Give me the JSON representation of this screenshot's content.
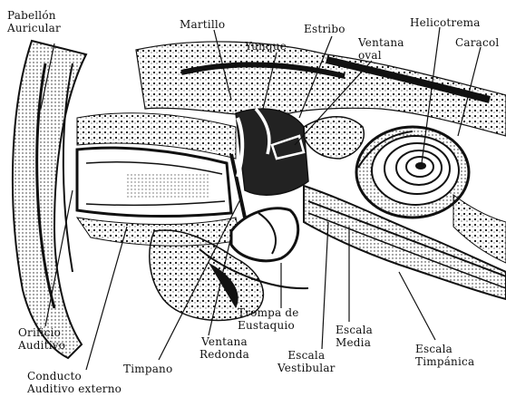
{
  "labels": {
    "pabellon": [
      "Pabellón",
      "Auricular"
    ],
    "martillo": "Martillo",
    "estribo": "Estribo",
    "yunque": "Yunque",
    "ventana_oval": [
      "Ventana",
      "oval"
    ],
    "helicotrema": "Helicotrema",
    "caracol": "Caracol",
    "orificio": [
      "Orificio",
      "Auditivo"
    ],
    "conducto": [
      "Conducto",
      "Auditivo externo"
    ],
    "timpano": "Timpano",
    "ventana_redonda": [
      "Ventana",
      "Redonda"
    ],
    "trompa": [
      "Trompa de",
      "Eustaquio"
    ],
    "escala_vestibular": [
      "Escala",
      "Vestibular"
    ],
    "escala_media": [
      "Escala",
      "Media"
    ],
    "escala_timpanica": [
      "Escala",
      "Timpánica"
    ]
  },
  "colors": {
    "ink": "#111111",
    "paper": "#ffffff"
  }
}
